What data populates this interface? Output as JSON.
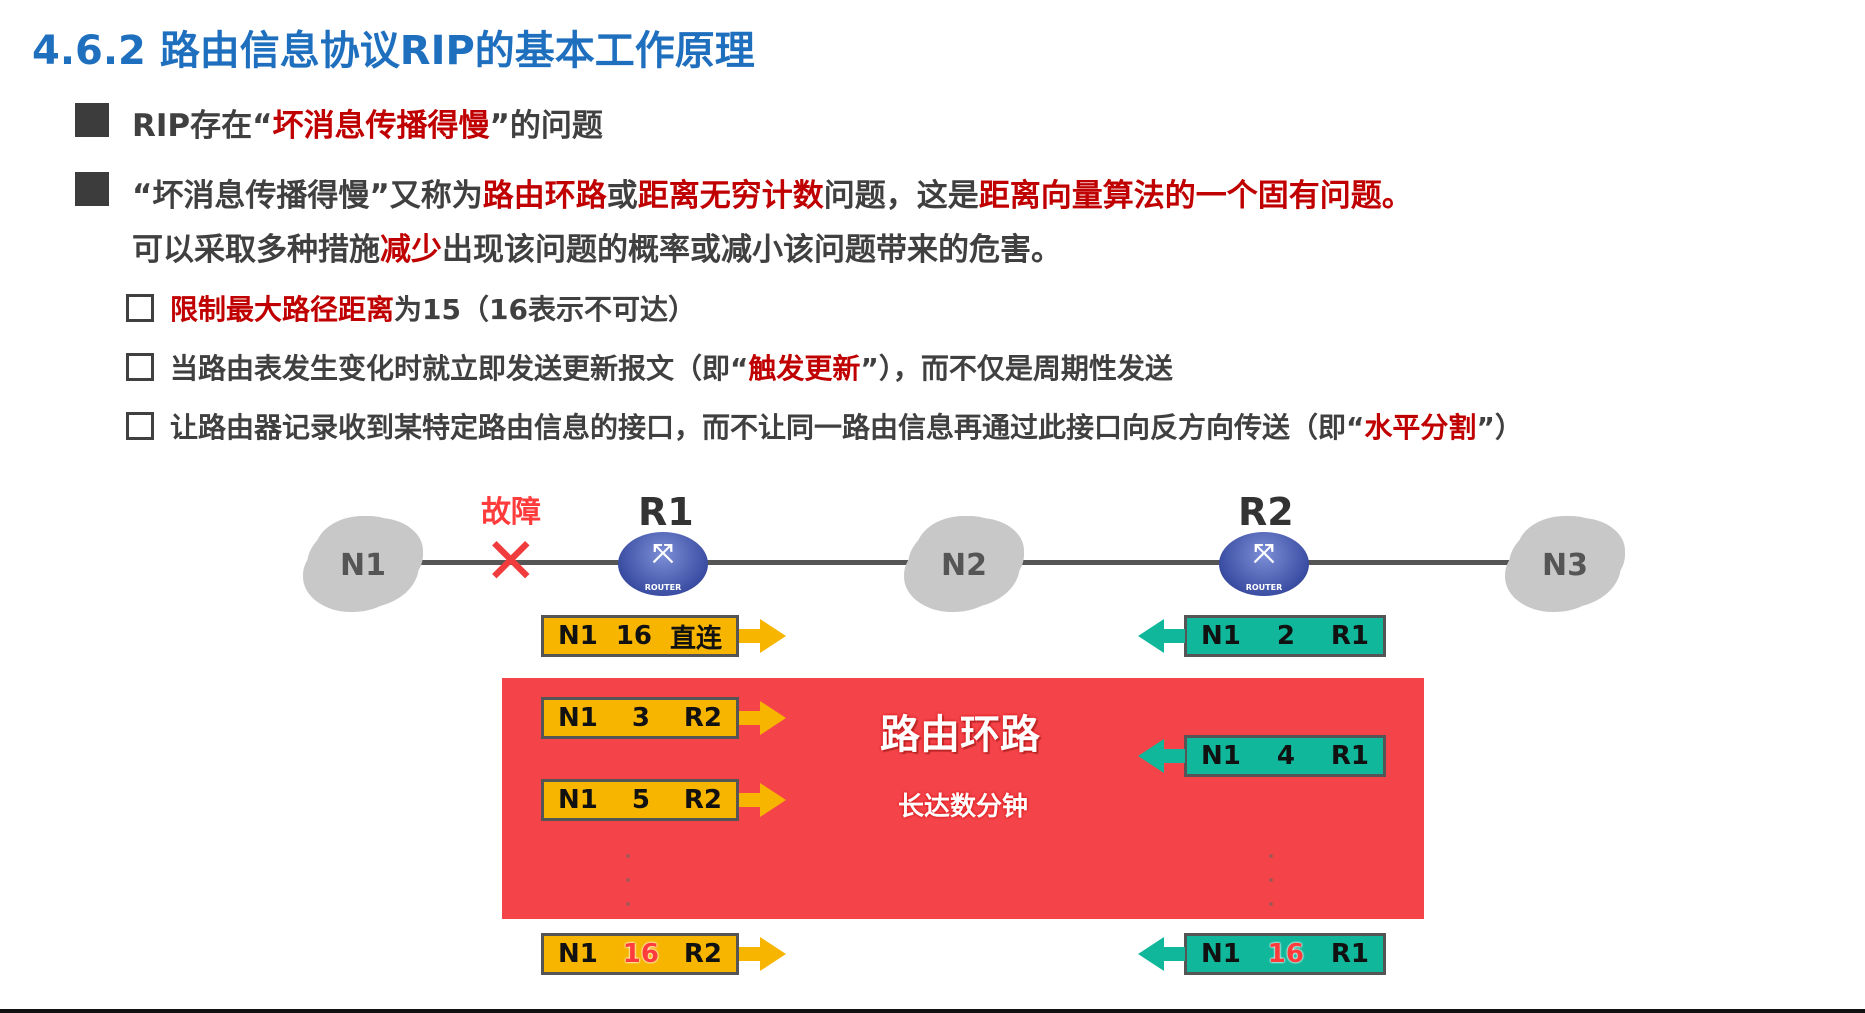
{
  "title": "4.6.2 路由信息协议RIP的基本工作原理",
  "bullets": [
    {
      "segments": [
        {
          "t": "RIP存在“"
        },
        {
          "t": "坏消息传播得慢",
          "red": true
        },
        {
          "t": "”的问题"
        }
      ]
    },
    {
      "segments": [
        {
          "t": "“坏消息传播得慢”又称为"
        },
        {
          "t": "路由环路",
          "red": true
        },
        {
          "t": "或"
        },
        {
          "t": "距离无穷计数",
          "red": true
        },
        {
          "t": "问题，这是"
        },
        {
          "t": "距离向量算法的一个固有问题。",
          "red": true
        }
      ],
      "line2": [
        {
          "t": "可以采取多种措施"
        },
        {
          "t": "减少",
          "red": true
        },
        {
          "t": "出现该问题的概率或减小该问题带来的危害。"
        }
      ]
    }
  ],
  "measures": [
    {
      "segments": [
        {
          "t": "限制最大路径距离",
          "red": true
        },
        {
          "t": "为15（16表示不可达）"
        }
      ]
    },
    {
      "segments": [
        {
          "t": "当路由表发生变化时就立即发送更新报文（即“"
        },
        {
          "t": "触发更新",
          "red": true
        },
        {
          "t": "”），而不仅是周期性发送"
        }
      ]
    },
    {
      "segments": [
        {
          "t": "让路由器记录收到某特定路由信息的接口，而不让同一路由信息再通过此接口向反方向传送（即“"
        },
        {
          "t": "水平分割",
          "red": true
        },
        {
          "t": "”）"
        }
      ]
    }
  ],
  "diagram": {
    "networks": [
      "N1",
      "N2",
      "N3"
    ],
    "routers": [
      {
        "name": "R1",
        "tag": "ROUTER"
      },
      {
        "name": "R2",
        "tag": "ROUTER"
      }
    ],
    "fault_label": "故障",
    "loop_title": "路由环路",
    "loop_subtitle": "长达数分钟",
    "r1_updates": [
      [
        "N1",
        "16",
        "直连"
      ],
      [
        "N1",
        "3",
        "R2"
      ],
      [
        "N1",
        "5",
        "R2"
      ],
      [
        "N1",
        "16",
        "R2"
      ]
    ],
    "r2_updates": [
      [
        "N1",
        "2",
        "R1"
      ],
      [
        "N1",
        "4",
        "R1"
      ],
      [
        "N1",
        "16",
        "R1"
      ]
    ],
    "colors": {
      "r1": "#f7b500",
      "r2": "#10b79a",
      "loop": "#f4444a",
      "title": "#1f6fbf",
      "emphasis": "#c00000"
    }
  }
}
